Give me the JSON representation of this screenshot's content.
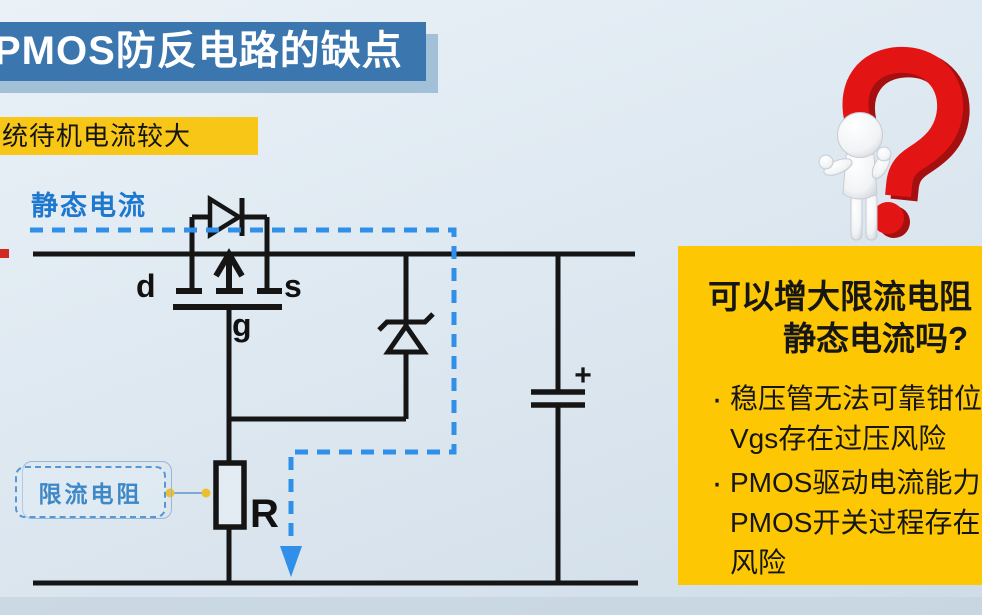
{
  "header": {
    "title": "PMOS防反电路的缺点",
    "subtitle": "统待机电流较大"
  },
  "circuit": {
    "quiescent_label": "静态电流",
    "resistor_label": "限流电阻",
    "mosfet": {
      "drain": "d",
      "source": "s",
      "gate": "g"
    },
    "resistor_ref": "R",
    "cap_plus": "+"
  },
  "panel": {
    "title_lines": [
      "可以增大限流电阻",
      "静态电流吗?"
    ],
    "bullet_char": "·",
    "bullets": [
      {
        "lines": [
          "稳压管无法可靠钳位",
          "Vgs存在过压风险"
        ]
      },
      {
        "lines": [
          "PMOS驱动电流能力",
          "PMOS开关过程存在",
          "风险"
        ]
      }
    ]
  },
  "colors": {
    "banner_blue": "#3b76af",
    "banner_blue_shadow": "#a3c0d9",
    "accent_yellow": "#fdc703",
    "dashed_current_blue": "#2f8fe9",
    "label_blue": "#1e78ce",
    "circuit_black": "#151515",
    "question_red": "#e31414"
  }
}
